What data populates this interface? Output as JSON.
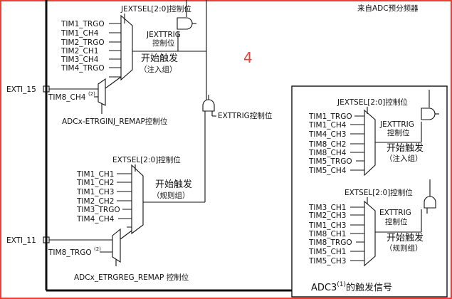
{
  "corner_label": "来自ADC预分频器",
  "region_number": "4",
  "top_block": {
    "sel_label": "JEXTSEL[2:0]控制位",
    "inputs": [
      "TIM1_TRGO",
      "TIM1_CH4",
      "TIM2_TRGO",
      "TIM2_CH1",
      "TIM3_CH4",
      "TIM4_TRGO"
    ],
    "trig_label_1": "JEXTTRIG",
    "trig_label_2": "控制位",
    "out_label_1": "开始触发",
    "out_label_2": "（注入组）",
    "exti_label": "EXTI_15",
    "remap_input": "TIM8_CH4",
    "remap_sup": "(2)",
    "remap_label": "ADCx-ETRGINJ_REMAP控制位"
  },
  "exttrig_label": "EXTTRIG控制位",
  "bottom_block": {
    "sel_label": "EXTSEL[2:0]控制位",
    "inputs": [
      "TIM1_CH1",
      "TIM1_CH2",
      "TIM1_CH3",
      "TIM2_CH2",
      "TIM3_TRGO",
      "TIM4_CH4"
    ],
    "out_label_1": "开始触发",
    "out_label_2": "（规则组）",
    "exti_label": "EXTI_11",
    "remap_input": "TIM8_TRGO",
    "remap_sup": "(2)",
    "remap_label": "ADCx_ETRGREG_REMAP 控制位"
  },
  "adc3_box": {
    "inj": {
      "sel_label": "JEXTSEL[2:0]控制位",
      "inputs": [
        "TIM1_TRGO",
        "TIM1_CH4",
        "TIM4_CH3",
        "TIM8_CH2",
        "TIM8_CH4",
        "TIM5_TRGO",
        "TIM5_CH4"
      ],
      "trig_label_1": "JEXTTRIG",
      "trig_label_2": "控制位",
      "out_label_1": "开始触发",
      "out_label_2": "（注入组）"
    },
    "reg": {
      "sel_label": "EXTSEL[2:0]控制位",
      "inputs": [
        "TIM3_CH1",
        "TIM2_CH3",
        "TIM1_CH3",
        "TIM8_CH1",
        "TIM8_TRGO",
        "TIM5_CH1",
        "TIM5_CH3"
      ],
      "trig_label_1": "EXTTRIG",
      "trig_label_2": "控制位",
      "out_label_1": "开始触发",
      "out_label_2": "（规则组）"
    },
    "caption": "ADC3",
    "caption_sup": "(1)",
    "caption_tail": "的触发信号"
  },
  "colors": {
    "frame": "#e8413a",
    "line": "#111111"
  }
}
